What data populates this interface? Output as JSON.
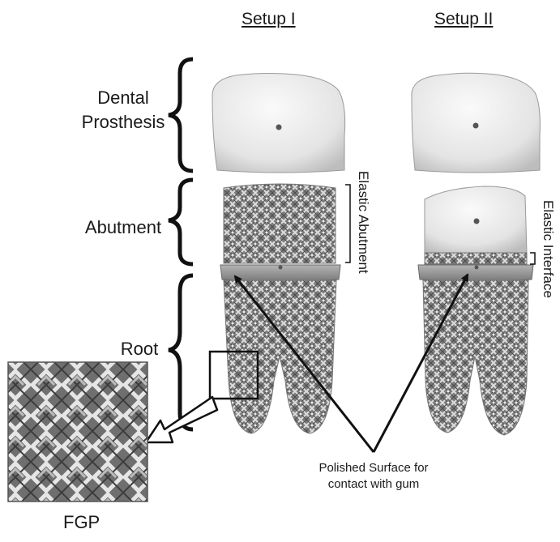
{
  "headers": {
    "setup1": "Setup I",
    "setup2": "Setup II"
  },
  "sections": {
    "prosthesis_line1": "Dental",
    "prosthesis_line2": "Prosthesis",
    "abutment": "Abutment",
    "root": "Root"
  },
  "side_labels": {
    "elastic_abutment": "Elastic Abutment",
    "elastic_interface": "Elastic Interface"
  },
  "annotation": {
    "line1": "Polished Surface for",
    "line2": "contact with gum"
  },
  "inset_label": "FGP",
  "colors": {
    "tooth": "#ececec",
    "lattice": "#8a8a8a",
    "ring": "#9a9a9a",
    "ink": "#111111"
  }
}
